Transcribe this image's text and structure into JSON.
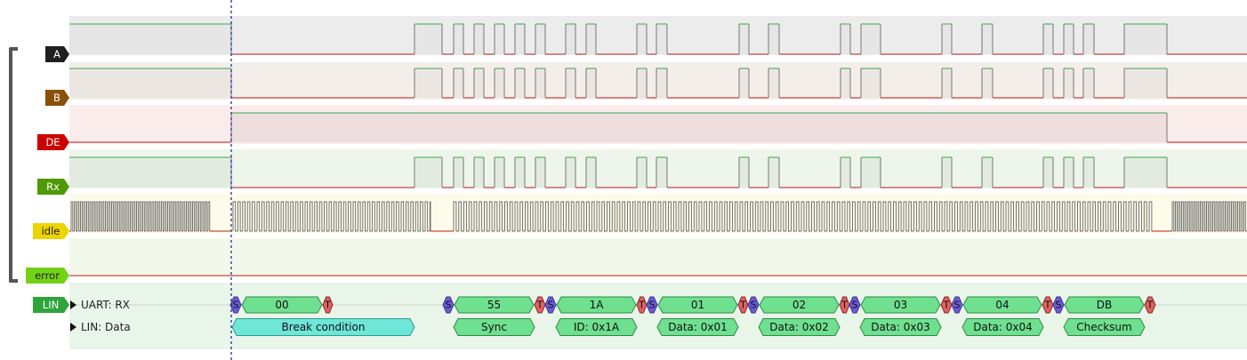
{
  "channels": [
    {
      "id": "a",
      "name": "A",
      "color": "#1f1f1f",
      "text_dark": false
    },
    {
      "id": "b",
      "name": "B",
      "color": "#8a5007",
      "text_dark": false
    },
    {
      "id": "de",
      "name": "DE",
      "color": "#cc0000",
      "text_dark": false
    },
    {
      "id": "rx",
      "name": "Rx",
      "color": "#4e9a06",
      "text_dark": false
    },
    {
      "id": "idle",
      "name": "idle",
      "color": "#edd400",
      "text_dark": true
    },
    {
      "id": "error",
      "name": "error",
      "color": "#73d216",
      "text_dark": true
    }
  ],
  "decoder": {
    "name": "LIN",
    "color": "#2ea53a",
    "rows": [
      {
        "id": "uart-rx",
        "label": "UART: RX"
      },
      {
        "id": "lin-data",
        "label": "LIN: Data"
      }
    ],
    "uart_rx": [
      {
        "kind": "start",
        "label": "S"
      },
      {
        "kind": "data",
        "label": "00"
      },
      {
        "kind": "stop",
        "label": "T"
      },
      {
        "kind": "start",
        "label": "S"
      },
      {
        "kind": "data",
        "label": "55"
      },
      {
        "kind": "stop",
        "label": "T"
      },
      {
        "kind": "start",
        "label": "S"
      },
      {
        "kind": "data",
        "label": "1A"
      },
      {
        "kind": "stop",
        "label": "T"
      },
      {
        "kind": "start",
        "label": "S"
      },
      {
        "kind": "data",
        "label": "01"
      },
      {
        "kind": "stop",
        "label": "T"
      },
      {
        "kind": "start",
        "label": "S"
      },
      {
        "kind": "data",
        "label": "02"
      },
      {
        "kind": "stop",
        "label": "T"
      },
      {
        "kind": "start",
        "label": "S"
      },
      {
        "kind": "data",
        "label": "03"
      },
      {
        "kind": "stop",
        "label": "T"
      },
      {
        "kind": "start",
        "label": "S"
      },
      {
        "kind": "data",
        "label": "04"
      },
      {
        "kind": "stop",
        "label": "T"
      },
      {
        "kind": "start",
        "label": "S"
      },
      {
        "kind": "data",
        "label": "DB"
      },
      {
        "kind": "stop",
        "label": "T"
      }
    ],
    "lin_data": [
      {
        "kind": "break",
        "label": "Break condition"
      },
      {
        "kind": "field",
        "label": "Sync"
      },
      {
        "kind": "field",
        "label": "ID: 0x1A"
      },
      {
        "kind": "field",
        "label": "Data: 0x01"
      },
      {
        "kind": "field",
        "label": "Data: 0x02"
      },
      {
        "kind": "field",
        "label": "Data: 0x03"
      },
      {
        "kind": "field",
        "label": "Data: 0x04"
      },
      {
        "kind": "field",
        "label": "Checksum"
      }
    ]
  },
  "colors": {
    "signal_high": "#3aa84a",
    "signal_low": "#b52020",
    "cursor": "#1c2fa0",
    "start_bit": "#6b5bd6",
    "stop_bit": "#e06060",
    "data_byte": "#6ee08f",
    "break_condition": "#6ee6d8"
  }
}
